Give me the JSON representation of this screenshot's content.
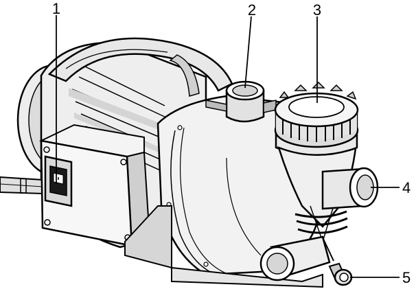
{
  "diagram": {
    "subject": "garden-pump-illustration",
    "callouts": [
      {
        "id": "callout-1",
        "label": "1",
        "part": "power-switch"
      },
      {
        "id": "callout-2",
        "label": "2",
        "part": "outlet-port"
      },
      {
        "id": "callout-3",
        "label": "3",
        "part": "pre-filter-cap"
      },
      {
        "id": "callout-4",
        "label": "4",
        "part": "inlet-port"
      },
      {
        "id": "callout-5",
        "label": "5",
        "part": "drain-plug"
      }
    ]
  },
  "colors": {
    "line": "#000000",
    "body_light": "#f2f2f2",
    "body_mid": "#d9d9d9",
    "body_dark": "#bfbfbf",
    "port_fill": "#e6e6e6"
  }
}
